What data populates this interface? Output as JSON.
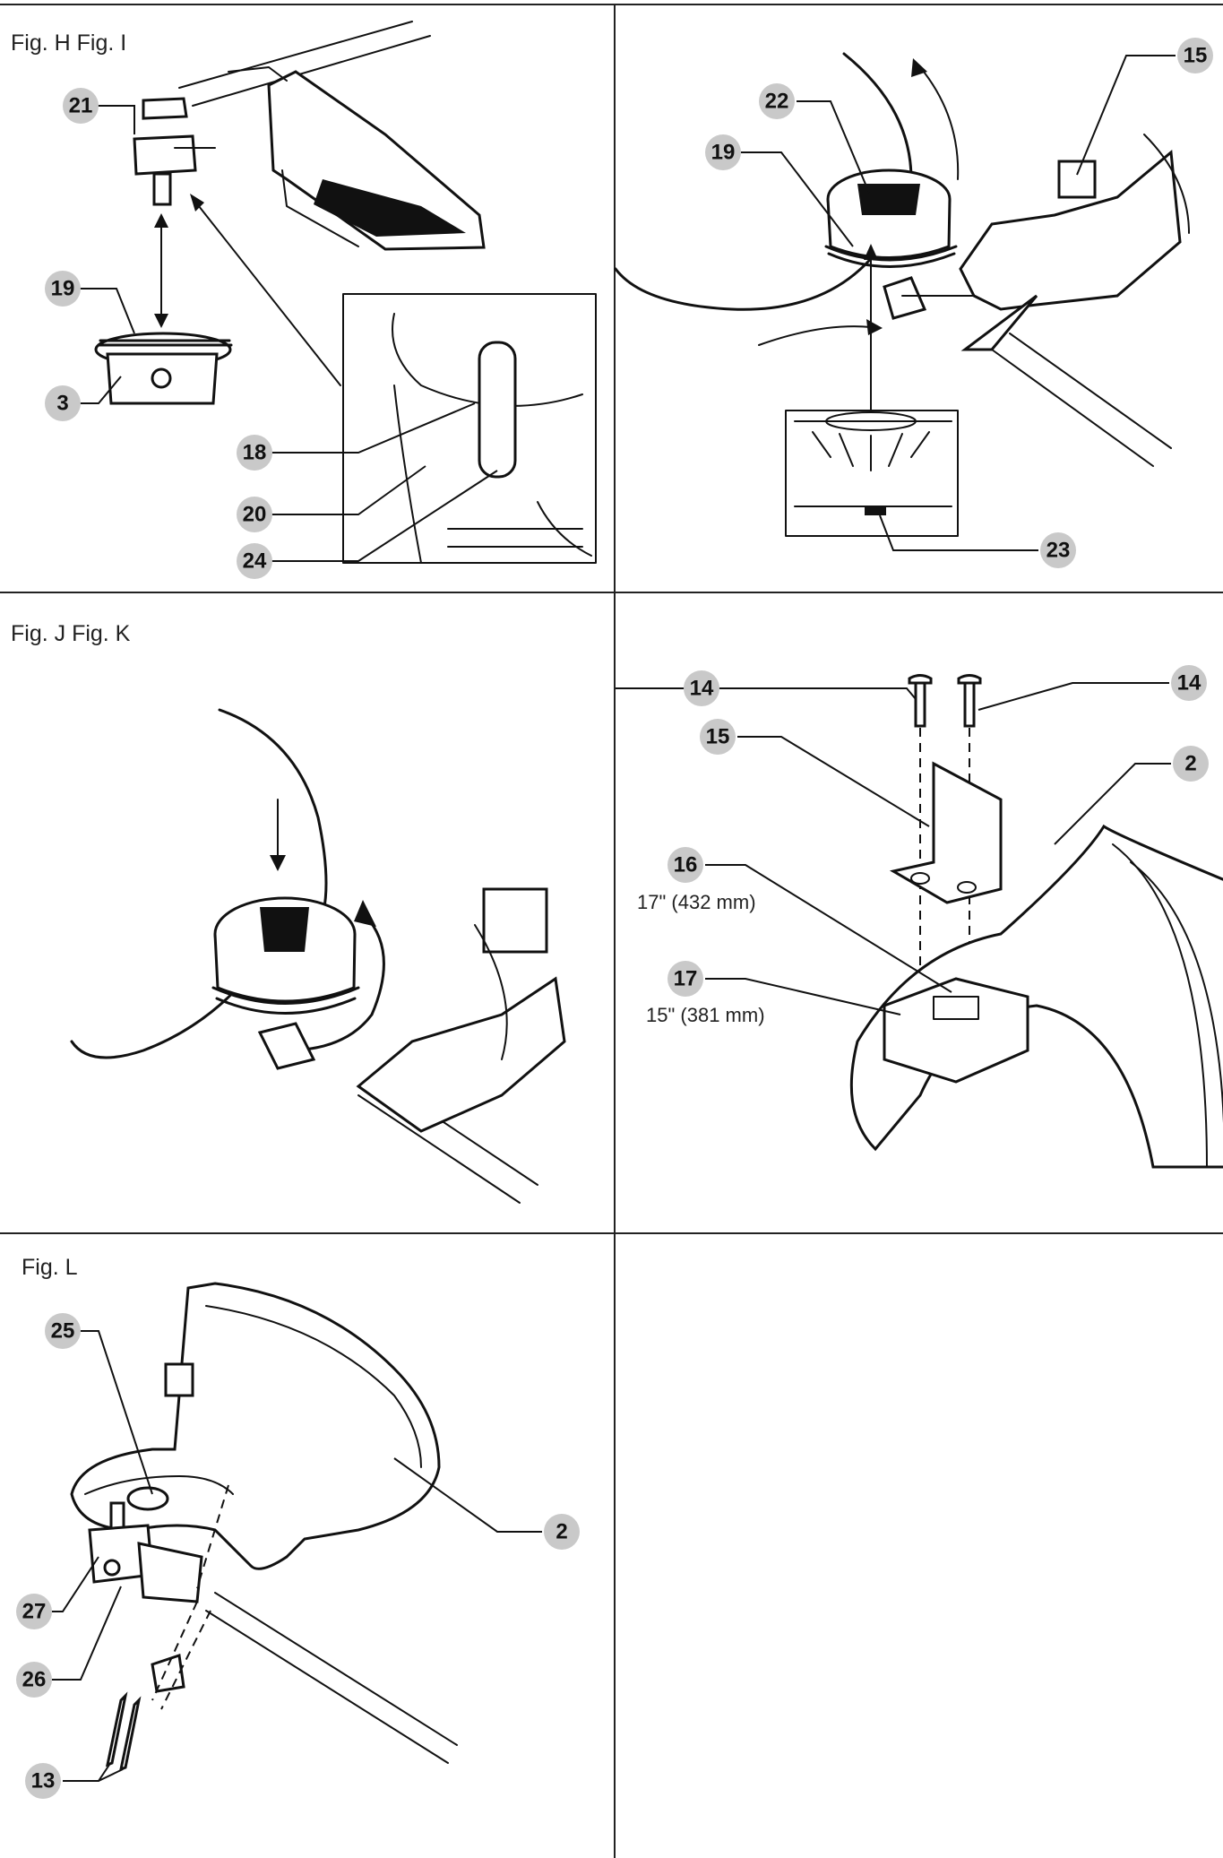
{
  "figures": {
    "top_left_title": "Fig. H Fig. I",
    "middle_left_title": "Fig. J Fig. K",
    "bottom_left_title": "Fig. L"
  },
  "callouts": {
    "h21": "21",
    "h19": "19",
    "h3": "3",
    "h18": "18",
    "h20": "20",
    "h24": "24",
    "i22": "22",
    "i19": "19",
    "i15": "15",
    "i23": "23",
    "k14a": "14",
    "k14b": "14",
    "k15": "15",
    "k2": "2",
    "k16": "16",
    "k17": "17",
    "l25": "25",
    "l2": "2",
    "l27": "27",
    "l26": "26",
    "l13": "13"
  },
  "dimensions": {
    "d16": "17\" (432 mm)",
    "d17": "15\" (381 mm)"
  },
  "colors": {
    "bubble": "#c9c9c9",
    "ink": "#111111",
    "rule": "#222222"
  }
}
